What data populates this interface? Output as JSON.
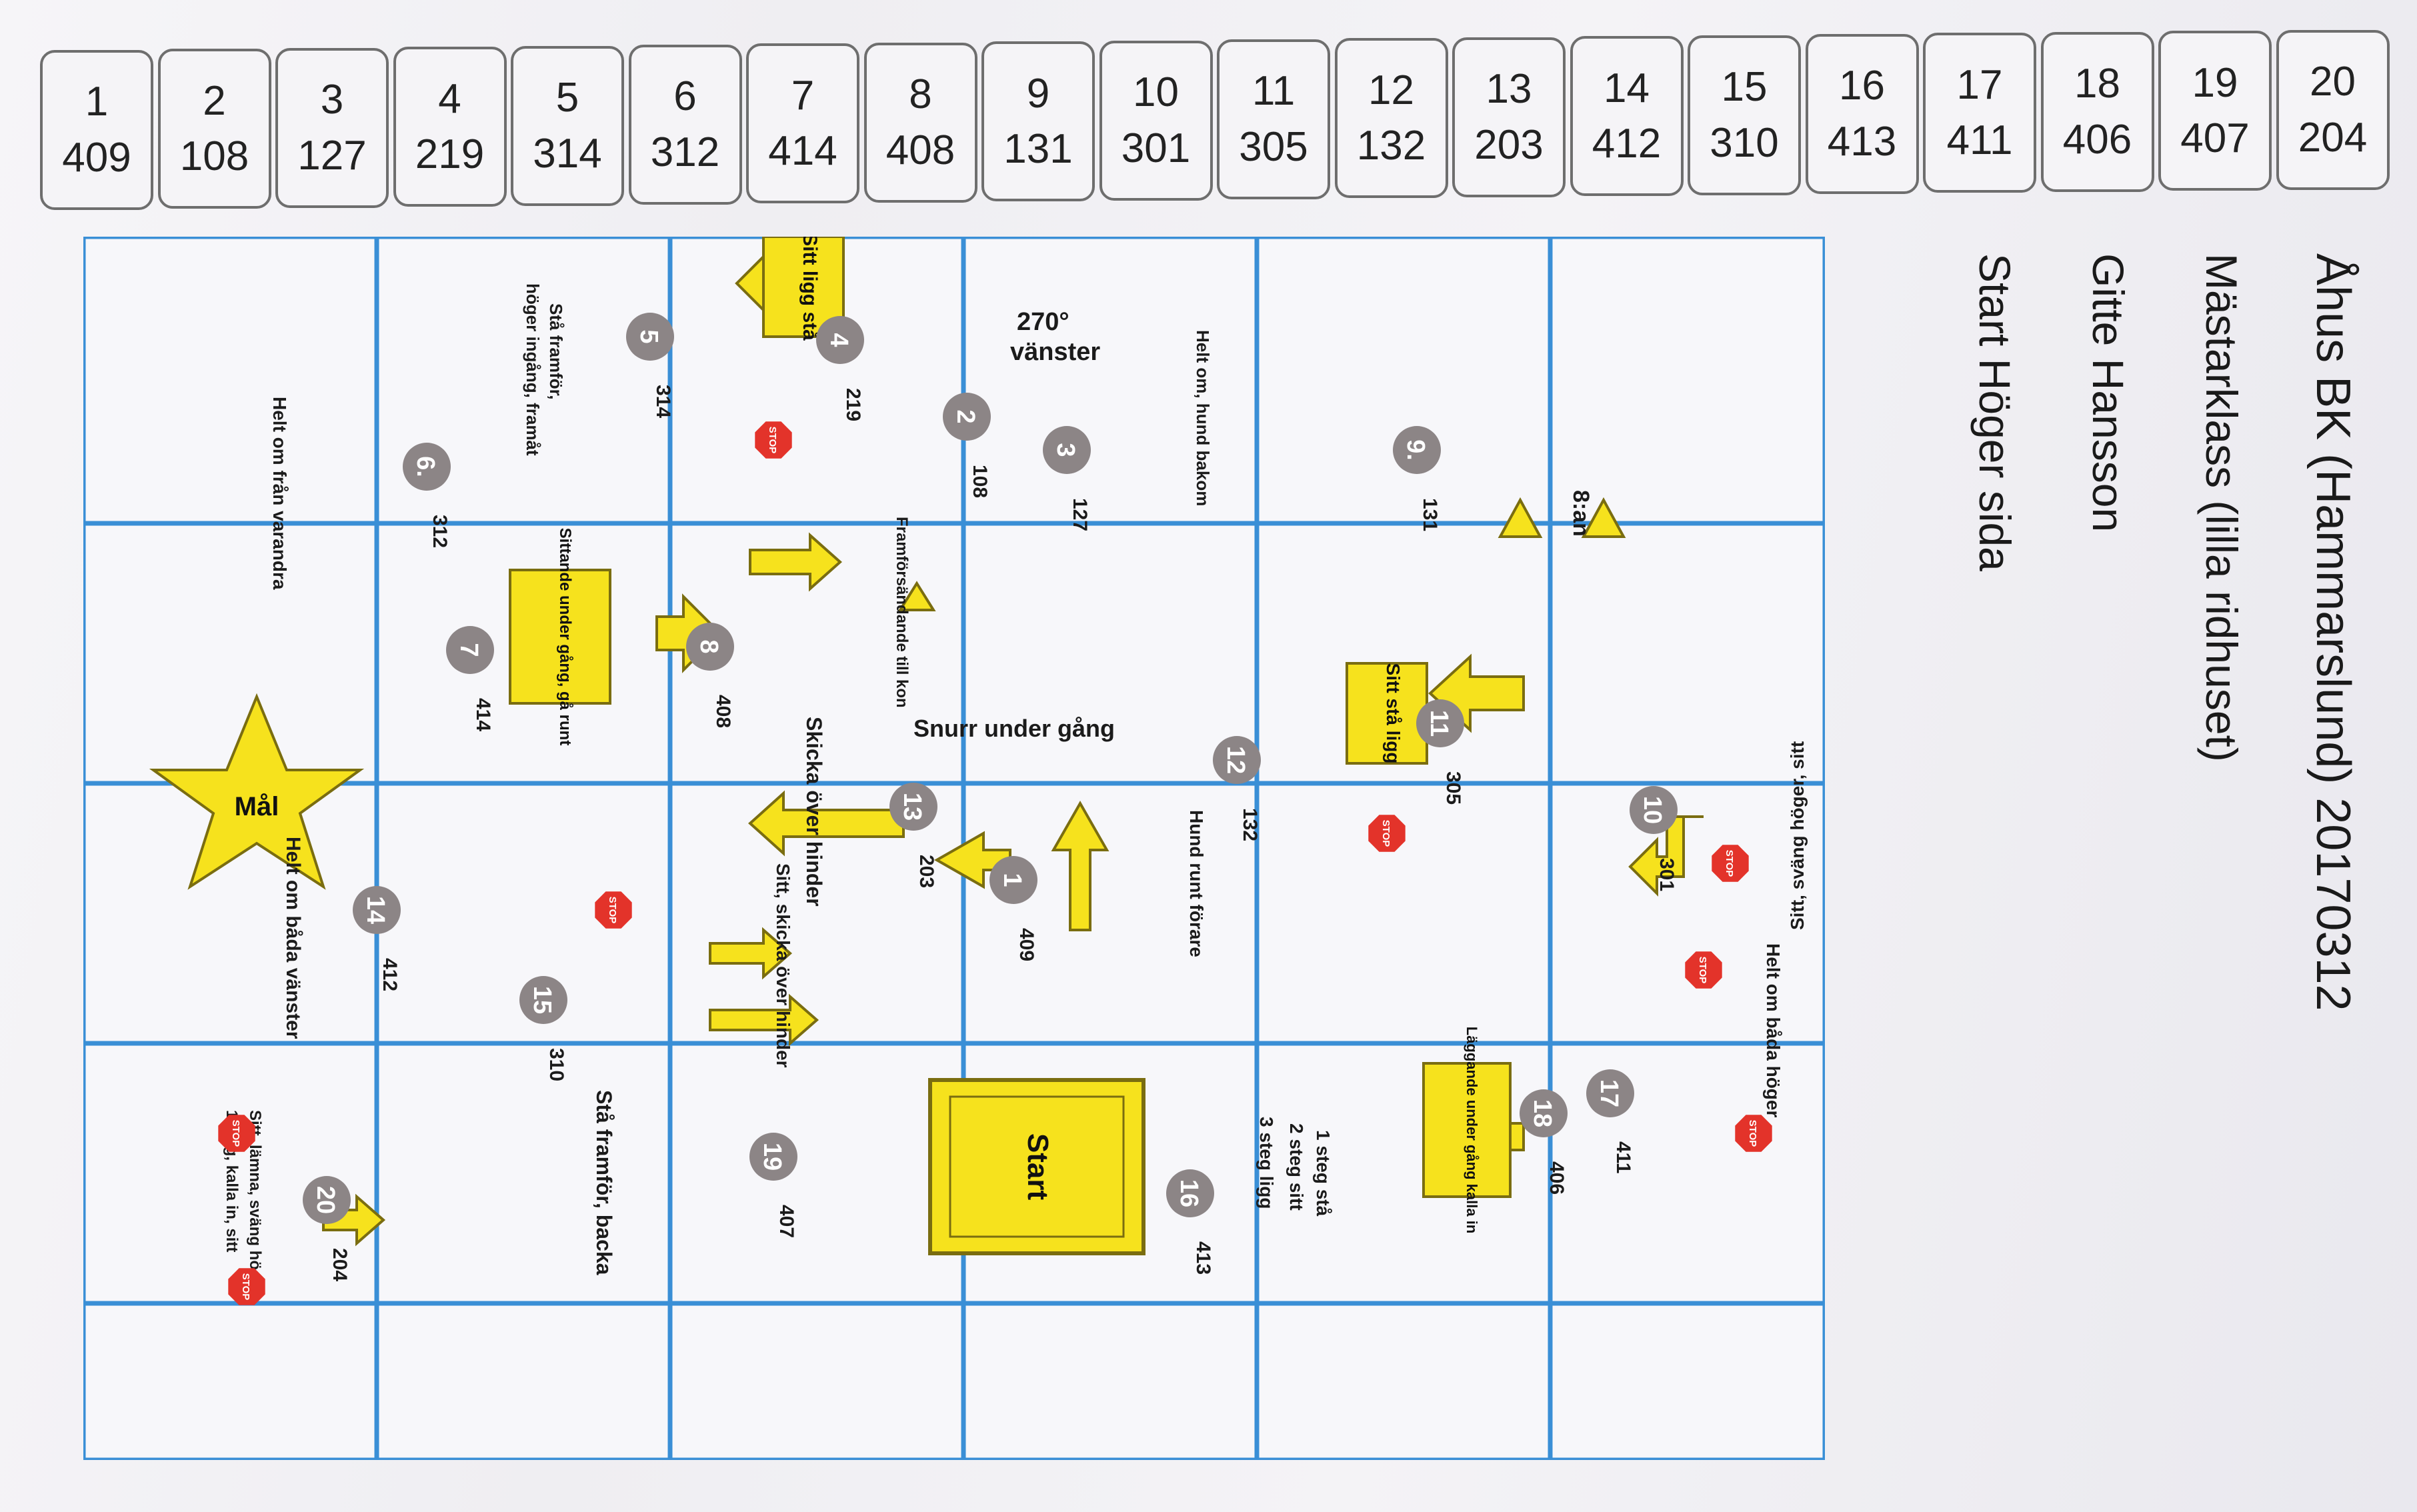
{
  "legend": {
    "stations": [
      {
        "num": "1",
        "code": "409"
      },
      {
        "num": "2",
        "code": "108"
      },
      {
        "num": "3",
        "code": "127"
      },
      {
        "num": "4",
        "code": "219"
      },
      {
        "num": "5",
        "code": "314"
      },
      {
        "num": "6",
        "code": "312"
      },
      {
        "num": "7",
        "code": "414"
      },
      {
        "num": "8",
        "code": "408"
      },
      {
        "num": "9",
        "code": "131"
      },
      {
        "num": "10",
        "code": "301"
      },
      {
        "num": "11",
        "code": "305"
      },
      {
        "num": "12",
        "code": "132"
      },
      {
        "num": "13",
        "code": "203"
      },
      {
        "num": "14",
        "code": "412"
      },
      {
        "num": "15",
        "code": "310"
      },
      {
        "num": "16",
        "code": "413"
      },
      {
        "num": "17",
        "code": "411"
      },
      {
        "num": "18",
        "code": "406"
      },
      {
        "num": "19",
        "code": "407"
      },
      {
        "num": "20",
        "code": "204"
      }
    ]
  },
  "header": {
    "title": "Åhus BK (Hammarslund) 20170312",
    "class": "Mästarklass (lilla ridhuset)",
    "judge": "Gitte Hansson",
    "start_side": "Start Höger sida"
  },
  "course": {
    "start_label": "Start",
    "goal_label": "Mål",
    "stop_label": "STOP",
    "captions": {
      "c270": "270°",
      "vanster": "vänster",
      "helt_om_hund_bakom": "Helt om, hund bakom",
      "sitt_ligg_sta": "Sitt ligg stå",
      "sta_framfor": "Stå framför,",
      "hoger_ingang": "höger ingång, framåt",
      "helt_om_fran_varandra": "Helt om från varandra",
      "sittande_under_gang": "Sittande under gång, gå runt",
      "framfor_till_kon": "Framförsändande till kon",
      "snurr_under_gang": "Snurr under gång",
      "hund_runt_forare": "Hund runt förare",
      "sitt_sta_ligg": "Sitt stå ligg",
      "atta": "8:an",
      "skicka_over_hinder": "Skicka över hinder",
      "sitt_skicka_over_hinder": "Sitt, skicka över hinder",
      "helt_om_bada_vanster": "Helt om båda vänster",
      "sitt_svang_hoger_sitt": "Sitt, sväng höger, sitt",
      "helt_om_bada_hoger": "Helt om båda höger",
      "laggande": "Läggande under gång kalla in",
      "steg1": "1 steg stå",
      "steg2": "2 steg sitt",
      "steg3": "3 steg ligg",
      "sta_framfor_backa": "Stå framför, backa",
      "sitt_lamna": "Sitt, lämna, sväng höger,",
      "steg_kalla": "1 steg, kalla in, sitt"
    },
    "markers": [
      {
        "num": "1",
        "code": "409"
      },
      {
        "num": "2",
        "code": "108"
      },
      {
        "num": "3",
        "code": "127"
      },
      {
        "num": "4",
        "code": "219"
      },
      {
        "num": "5",
        "code": "314"
      },
      {
        "num": "6.",
        "code": "312"
      },
      {
        "num": "7",
        "code": "414"
      },
      {
        "num": "8",
        "code": "408"
      },
      {
        "num": "9.",
        "code": "131"
      },
      {
        "num": "10",
        "code": "301"
      },
      {
        "num": "11",
        "code": "305"
      },
      {
        "num": "12",
        "code": "132"
      },
      {
        "num": "13",
        "code": "203"
      },
      {
        "num": "14",
        "code": "412"
      },
      {
        "num": "15",
        "code": "310"
      },
      {
        "num": "16",
        "code": "413"
      },
      {
        "num": "17",
        "code": "411"
      },
      {
        "num": "18",
        "code": "406"
      },
      {
        "num": "19",
        "code": "407"
      },
      {
        "num": "20",
        "code": "204"
      }
    ]
  },
  "colors": {
    "grid": "#3a8fd6",
    "arrow": "#f6e21d",
    "marker": "#8c8586",
    "stop": "#e3332a"
  }
}
